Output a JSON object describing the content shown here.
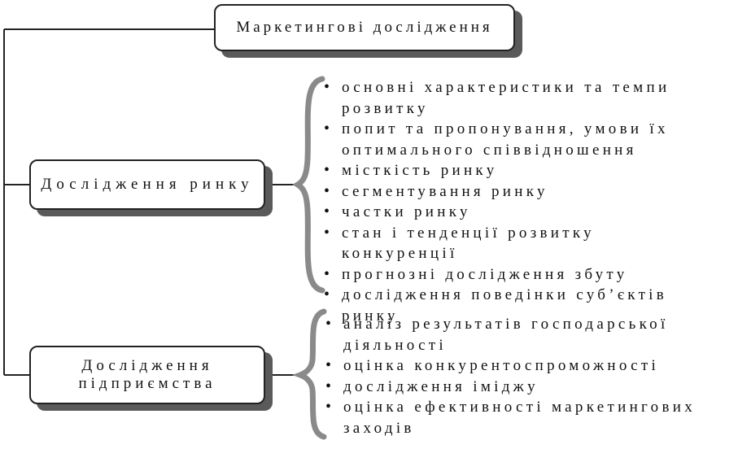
{
  "diagram": {
    "title": "Маркетингові дослідження",
    "branches": [
      {
        "label_lines": [
          "Дослідження ринку"
        ],
        "items": [
          "основні характеристики та темпи розвитку",
          "попит та пропонування, умови їх оптимального співвідношення",
          "місткість ринку",
          "сегментування ринку",
          "частки ринку",
          "стан і тенденції розвитку конкуренції",
          "прогнозні дослідження збуту",
          "дослідження поведінки суб’єктів ринку"
        ]
      },
      {
        "label_lines": [
          "Дослідження",
          "підприємства"
        ],
        "items": [
          "аналіз результатів господарської діяльності",
          "оцінка конкурентоспроможності",
          "дослідження іміджу",
          "оцінка ефективності маркетингових заходів"
        ]
      }
    ]
  },
  "colors": {
    "line": "#222222",
    "shadow": "#5a5a5a",
    "brace": "#8a8a8a"
  }
}
